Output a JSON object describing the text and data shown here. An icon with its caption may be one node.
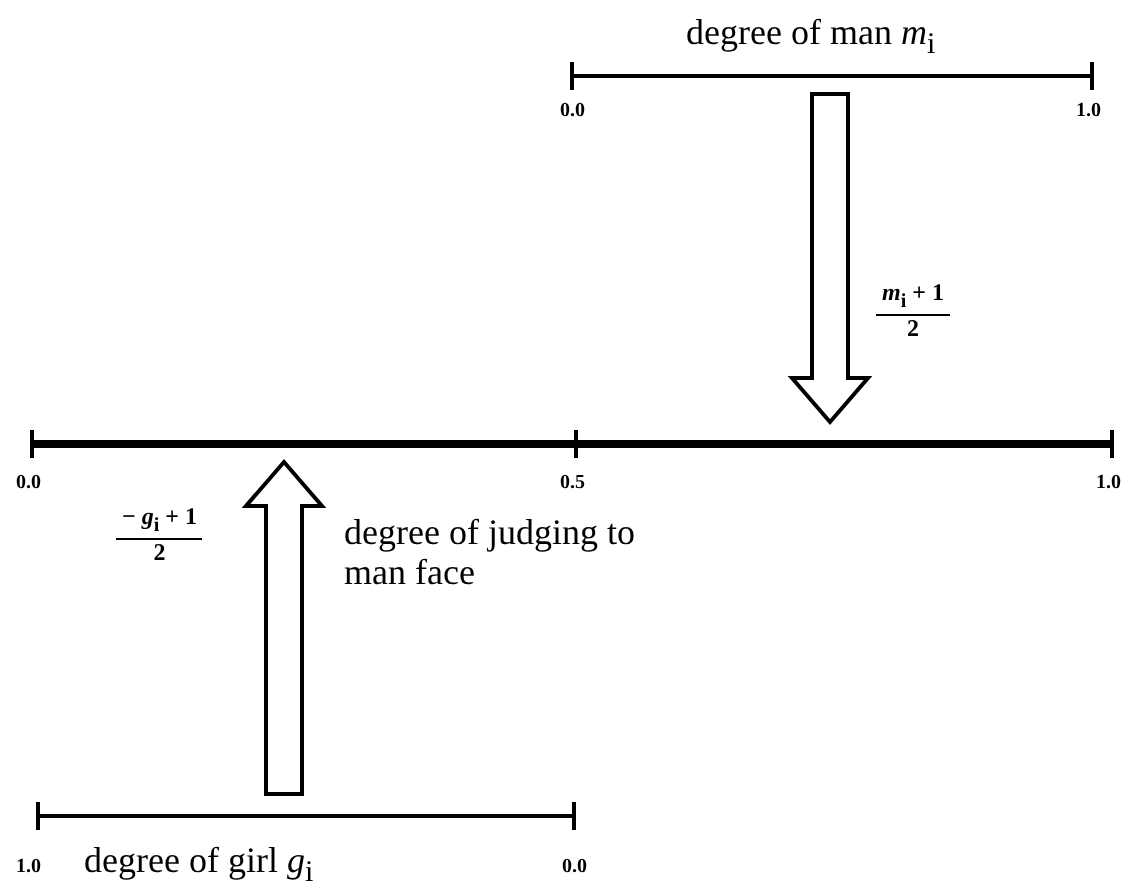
{
  "diagram": {
    "nodes": [
      {
        "text": [
          "degree of man *m*$_{i}$"
        ]
      },
      {
        "text": [],
        "shape": "bar",
        "beside": [
          "degree of judging to man face"
        ]
      },
      {
        "text": [
          "degree of girl *g*$_{i}$"
        ]
      }
    ],
    "edges": [
      {
        "from": 0,
        "to": 1,
        "arrow": "to",
        "label": "*m*$_{i}$ + 1 2"
      },
      {
        "from": 2,
        "to": 1,
        "arrow": "to",
        "label": "− *g*$_{i}$ + 1 2"
      }
    ],
    "labels": [
      "0.0",
      "1.0",
      "0.0",
      "0.5",
      "1.0",
      "1.0",
      "0.0"
    ]
  }
}
